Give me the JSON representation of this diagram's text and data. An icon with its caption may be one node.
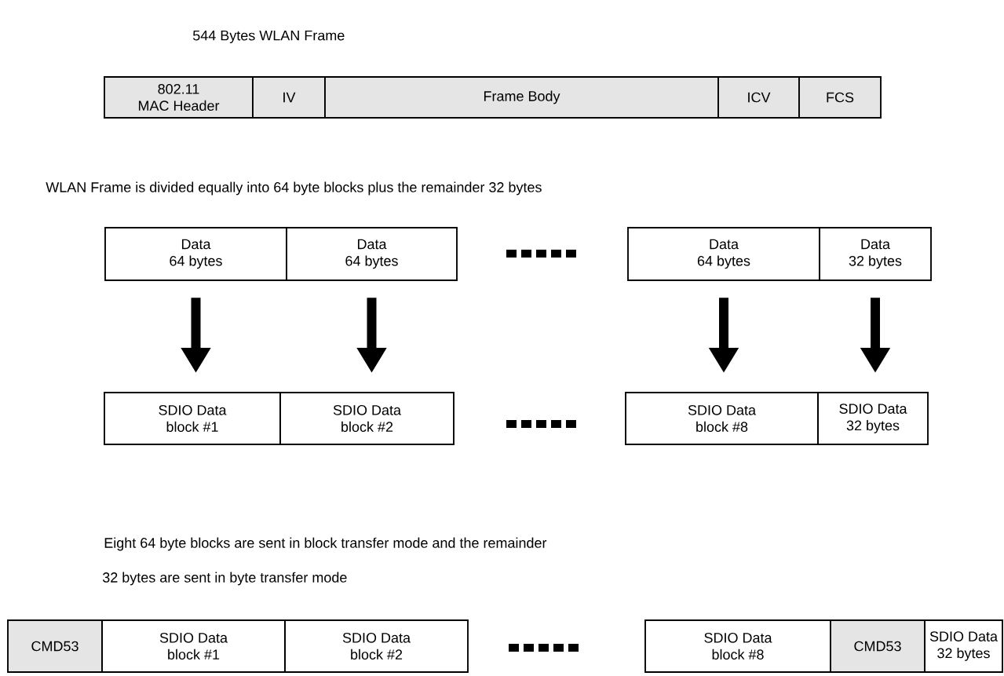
{
  "diagram": {
    "nodes": [
      {
        "text": [
          "802.11 MAC Header"
        ]
      },
      {
        "text": [
          "IV"
        ]
      },
      {
        "text": [
          "Frame Body"
        ]
      },
      {
        "text": [
          "ICV"
        ]
      },
      {
        "text": [
          "FCS"
        ]
      },
      {
        "text": [
          "Data 64 bytes"
        ]
      },
      {
        "text": [
          "Data 64 bytes"
        ]
      },
      {
        "text": [
          "Data 64 bytes"
        ]
      },
      {
        "text": [
          "Data 32 bytes"
        ]
      },
      {
        "text": [
          "SDIO Data block #1"
        ]
      },
      {
        "text": [
          "SDIO Data block #2"
        ]
      },
      {
        "text": [
          "SDIO Data block #8"
        ]
      },
      {
        "text": [
          "SDIO Data 32 bytes"
        ]
      },
      {
        "text": [
          "CMD53"
        ]
      },
      {
        "text": [
          "SDIO Data block #1"
        ]
      },
      {
        "text": [
          "SDIO Data block #2"
        ]
      },
      {
        "text": [
          "SDIO Data block #8"
        ]
      },
      {
        "text": [
          "CMD53"
        ]
      },
      {
        "text": [
          "SDIO Data 32 bytes"
        ]
      }
    ],
    "edges": [
      {
        "from": 5,
        "to": 9,
        "arrow": "to"
      },
      {
        "from": 6,
        "to": 10,
        "arrow": "to"
      },
      {
        "from": 7,
        "to": 11,
        "arrow": "to"
      },
      {
        "from": 8,
        "to": 12,
        "arrow": "to"
      }
    ],
    "labels": [
      "544 Bytes WLAN Frame",
      "WLAN Frame is divided equally into 64 byte blocks plus the remainder 32 bytes",
      "Eight 64 byte blocks are sent in block transfer mode and the remainder",
      "32 bytes are sent in byte transfer mode"
    ]
  }
}
